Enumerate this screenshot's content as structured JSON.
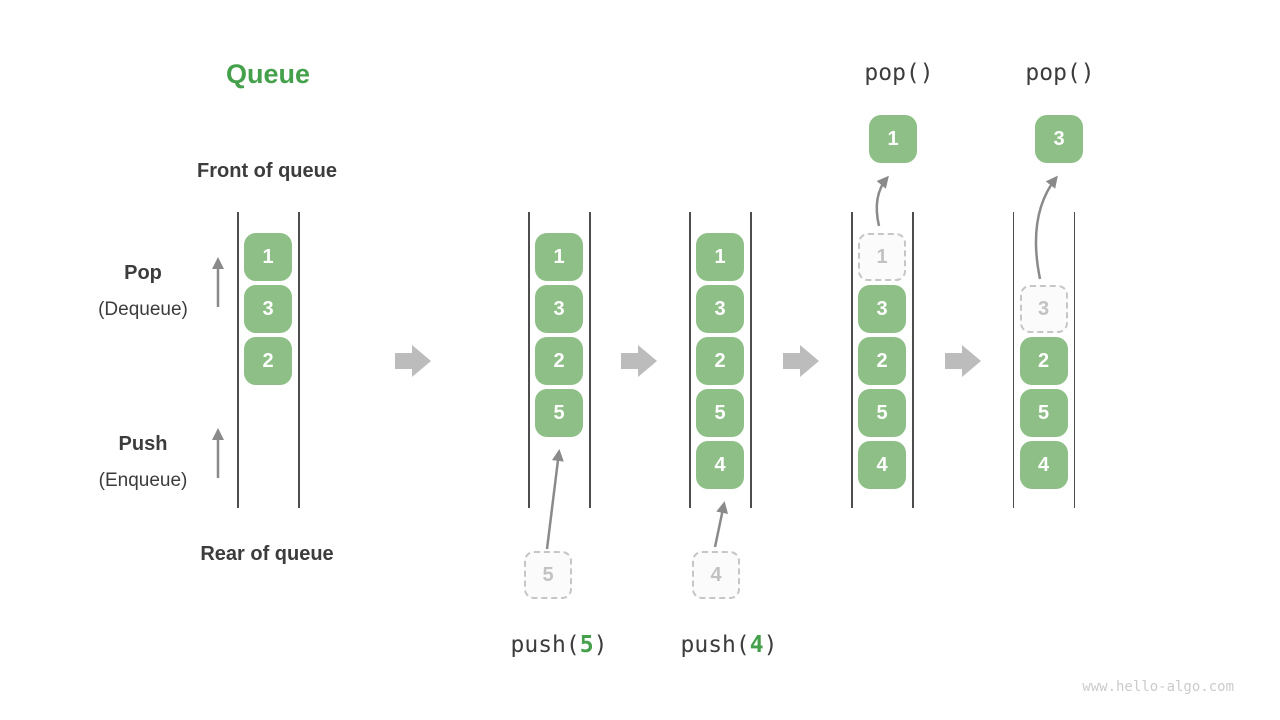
{
  "title": "Queue",
  "labels": {
    "front": "Front of queue",
    "rear": "Rear of queue",
    "pop_main": "Pop",
    "pop_sub": "(Dequeue)",
    "push_main": "Push",
    "push_sub": "(Enqueue)"
  },
  "watermark": "www.hello-algo.com",
  "colors": {
    "title_green": "#44a04a",
    "accent_green": "#44a04a",
    "box_green": "#8dbf86",
    "box_text": "#ffffff",
    "text_dark": "#3c3c3c",
    "wall_line": "#4d4d4d",
    "op_arrow_gray": "#8a8a8a",
    "flow_arrow_gray": "#bcbcbc",
    "ghost_border": "#c6c6c6",
    "ghost_fill": "#fbfbfb",
    "ghost_text": "#c2c2c2",
    "watermark_gray": "#cbcbcb"
  },
  "states": [
    {
      "name": "initial",
      "cells": [
        {
          "slot": 0,
          "value": "1",
          "kind": "solid"
        },
        {
          "slot": 1,
          "value": "3",
          "kind": "solid"
        },
        {
          "slot": 2,
          "value": "2",
          "kind": "solid"
        }
      ]
    },
    {
      "name": "after-push-5",
      "cells": [
        {
          "slot": 0,
          "value": "1",
          "kind": "solid"
        },
        {
          "slot": 1,
          "value": "3",
          "kind": "solid"
        },
        {
          "slot": 2,
          "value": "2",
          "kind": "solid"
        },
        {
          "slot": 3,
          "value": "5",
          "kind": "solid"
        }
      ],
      "operation": {
        "type": "push",
        "prefix": "push(",
        "arg": "5",
        "suffix": ")",
        "staged_value": "5"
      }
    },
    {
      "name": "after-push-4",
      "cells": [
        {
          "slot": 0,
          "value": "1",
          "kind": "solid"
        },
        {
          "slot": 1,
          "value": "3",
          "kind": "solid"
        },
        {
          "slot": 2,
          "value": "2",
          "kind": "solid"
        },
        {
          "slot": 3,
          "value": "5",
          "kind": "solid"
        },
        {
          "slot": 4,
          "value": "4",
          "kind": "solid"
        }
      ],
      "operation": {
        "type": "push",
        "prefix": "push(",
        "arg": "4",
        "suffix": ")",
        "staged_value": "4"
      }
    },
    {
      "name": "after-pop-1",
      "cells": [
        {
          "slot": 0,
          "value": "1",
          "kind": "ghost"
        },
        {
          "slot": 1,
          "value": "3",
          "kind": "solid"
        },
        {
          "slot": 2,
          "value": "2",
          "kind": "solid"
        },
        {
          "slot": 3,
          "value": "5",
          "kind": "solid"
        },
        {
          "slot": 4,
          "value": "4",
          "kind": "solid"
        }
      ],
      "operation": {
        "type": "pop",
        "label": "pop()",
        "popped_value": "1"
      }
    },
    {
      "name": "after-pop-3",
      "cells": [
        {
          "slot": 1,
          "value": "3",
          "kind": "ghost"
        },
        {
          "slot": 2,
          "value": "2",
          "kind": "solid"
        },
        {
          "slot": 3,
          "value": "5",
          "kind": "solid"
        },
        {
          "slot": 4,
          "value": "4",
          "kind": "solid"
        }
      ],
      "operation": {
        "type": "pop",
        "label": "pop()",
        "popped_value": "3"
      }
    }
  ]
}
